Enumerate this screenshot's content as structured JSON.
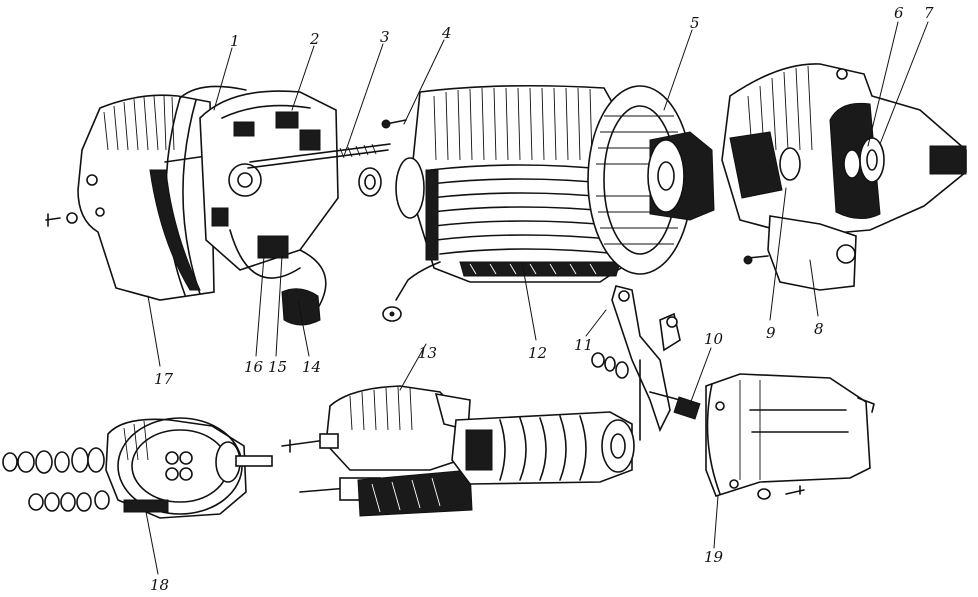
{
  "diagram": {
    "callouts": [
      {
        "id": "callout-1",
        "text": "1"
      },
      {
        "id": "callout-2",
        "text": "2"
      },
      {
        "id": "callout-3",
        "text": "3"
      },
      {
        "id": "callout-4",
        "text": "4"
      },
      {
        "id": "callout-5",
        "text": "5"
      },
      {
        "id": "callout-6",
        "text": "6"
      },
      {
        "id": "callout-7",
        "text": "7"
      },
      {
        "id": "callout-8",
        "text": "8"
      },
      {
        "id": "callout-9",
        "text": "9"
      },
      {
        "id": "callout-10",
        "text": "10"
      },
      {
        "id": "callout-11",
        "text": "11"
      },
      {
        "id": "callout-12",
        "text": "12"
      },
      {
        "id": "callout-13",
        "text": "13"
      },
      {
        "id": "callout-14",
        "text": "14"
      },
      {
        "id": "callout-15",
        "text": "15"
      },
      {
        "id": "callout-16",
        "text": "16"
      },
      {
        "id": "callout-17",
        "text": "17"
      },
      {
        "id": "callout-18",
        "text": "18"
      },
      {
        "id": "callout-19",
        "text": "19"
      }
    ]
  },
  "colors": {
    "ink": "#111111",
    "paper": "#ffffff"
  }
}
